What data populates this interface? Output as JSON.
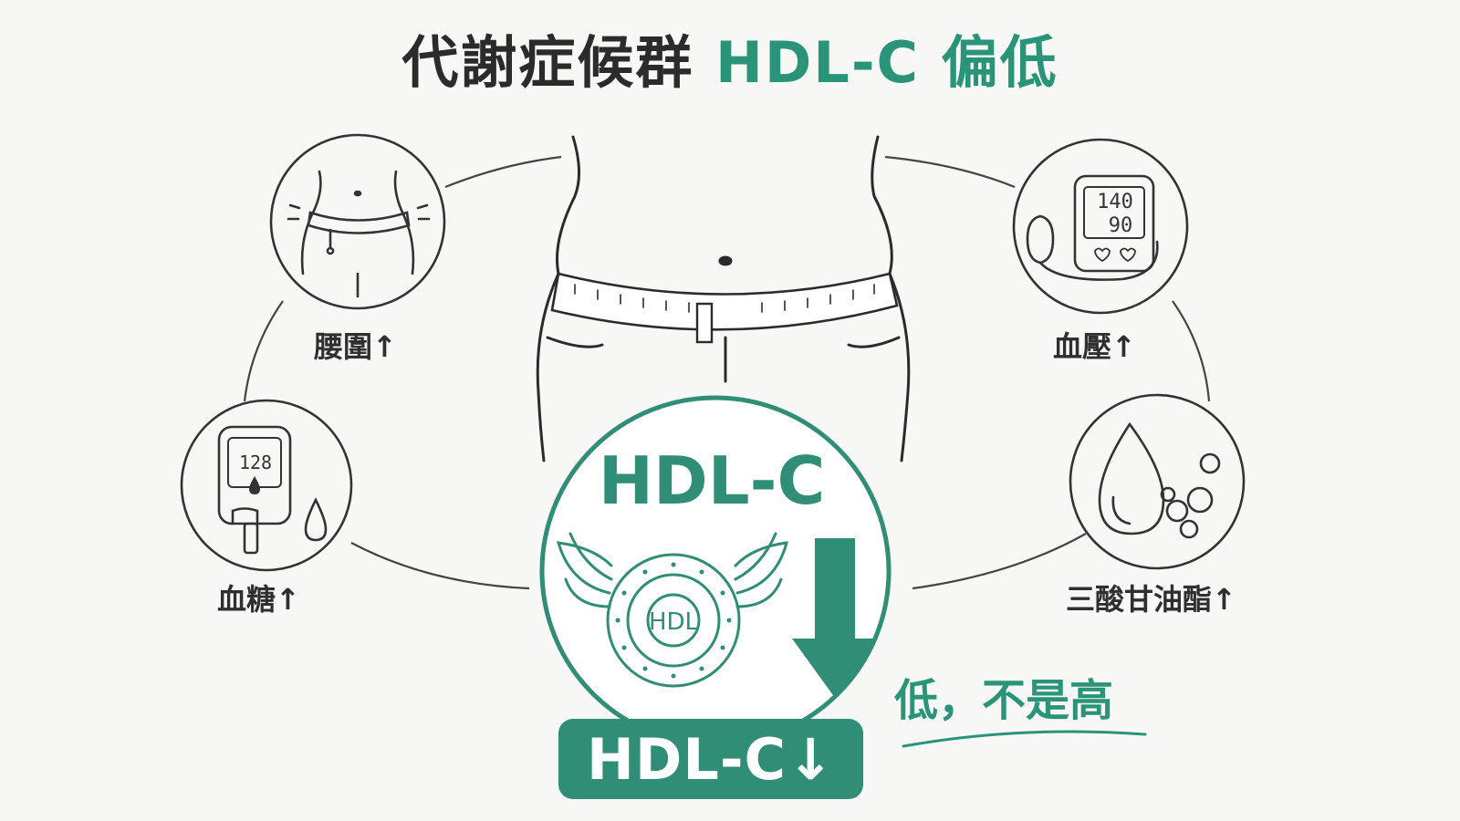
{
  "title": {
    "part1": "代謝症候群",
    "part2": "HDL-C 偏低"
  },
  "factors": {
    "waist": "腰圍↑",
    "blood_pressure": "血壓↑",
    "blood_sugar": "血糖↑",
    "triglycerides": "三酸甘油酯↑"
  },
  "bp_monitor": {
    "systolic": "140",
    "diastolic": "90"
  },
  "glucose_meter": {
    "reading": "128"
  },
  "center": {
    "heading": "HDL-C",
    "particle_label": "HDL"
  },
  "note": "低，不是高",
  "badge": "HDL-C↓",
  "colors": {
    "accent": "#2a9478",
    "badge": "#2f8e75",
    "line": "#333333"
  }
}
